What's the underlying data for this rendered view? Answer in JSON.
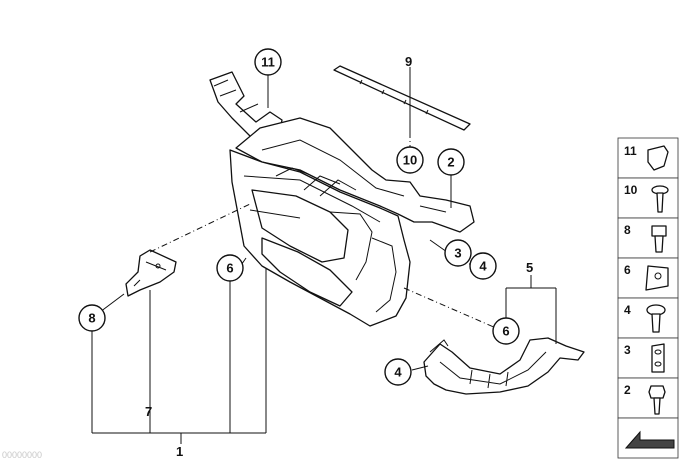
{
  "callouts": {
    "c11": "11",
    "c9": "9",
    "c10": "10",
    "c2": "2",
    "c3": "3",
    "c4a": "4",
    "c6a": "6",
    "c5": "5",
    "c6b": "6",
    "c4b": "4",
    "c8": "8",
    "c7": "7",
    "c1": "1"
  },
  "legend": {
    "items": [
      "11",
      "10",
      "8",
      "6",
      "4",
      "3",
      "2"
    ]
  },
  "watermark": "00000000"
}
